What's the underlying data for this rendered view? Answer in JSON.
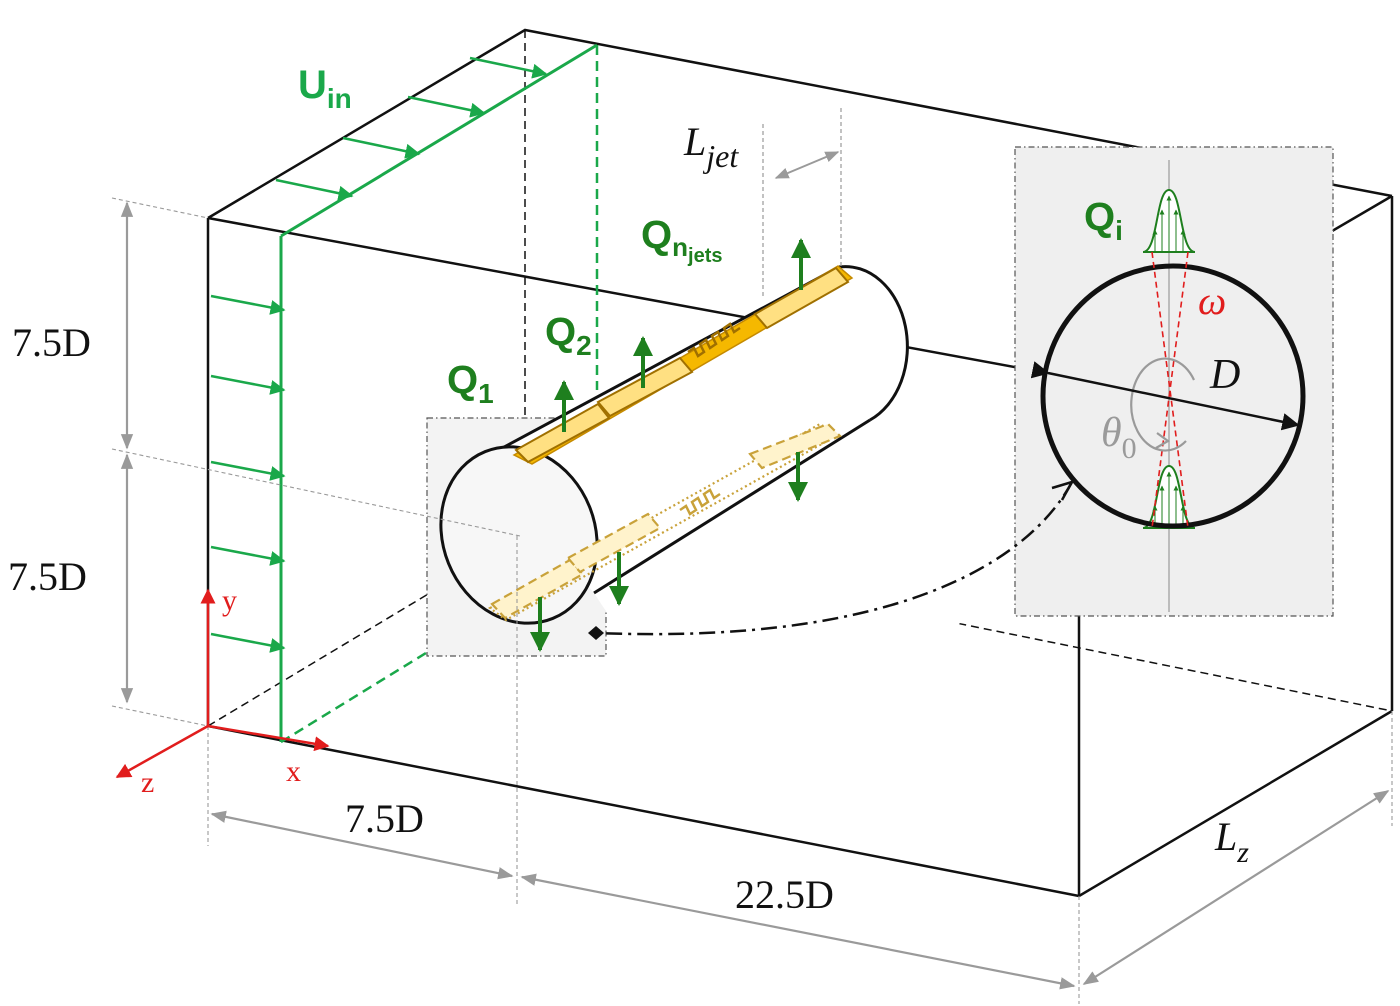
{
  "labels": {
    "u_in": "U",
    "u_in_sub": "in",
    "q1": "Q",
    "q1_sub": "1",
    "q2": "Q",
    "q2_sub": "2",
    "qn": "Q",
    "qn_sub": "n",
    "qn_subsub": "jets",
    "qi": "Q",
    "qi_sub": "i",
    "l_jet": "L",
    "l_jet_sub": "jet",
    "omega": "ω",
    "d": "D",
    "theta": "θ",
    "theta_sub": "0",
    "lz": "L",
    "lz_sub": "z",
    "height_upper": "7.5D",
    "height_lower": "7.5D",
    "length_upstream": "7.5D",
    "length_downstream": "22.5D",
    "axis_x": "x",
    "axis_y": "y",
    "axis_z": "z"
  },
  "colors": {
    "flow_green": "#1aa84a",
    "jet_green": "#1e7f1e",
    "jet_gold": "#f5b800",
    "axis_red": "#e11d1d",
    "dim_gray": "#9a9a9a",
    "panel_gray": "#efefef"
  }
}
